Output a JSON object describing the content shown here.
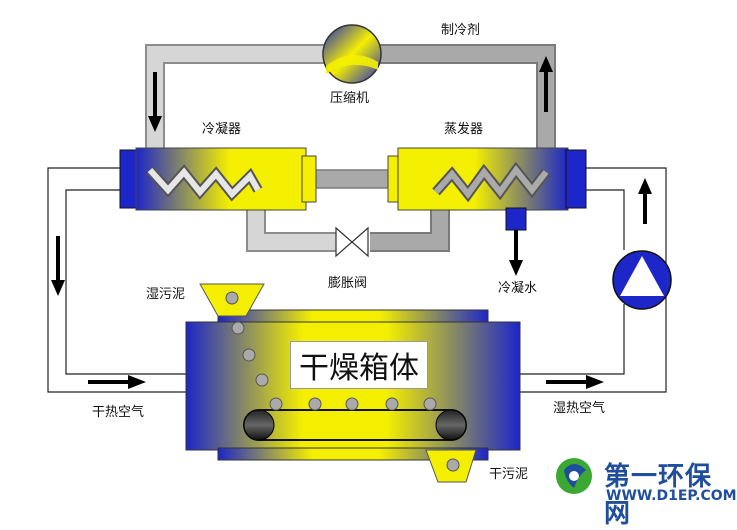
{
  "labels": {
    "refrigerant": "制冷剂",
    "compressor": "压缩机",
    "condenser": "冷凝器",
    "evaporator": "蒸发器",
    "expansion_valve": "膨胀阀",
    "condensate_water": "冷凝水",
    "wet_sludge": "湿污泥",
    "dry_hot_air": "干热空气",
    "wet_hot_air": "湿热空气",
    "dry_sludge": "干污泥",
    "drying_box": "干燥箱体"
  },
  "logo": {
    "name": "第一环保网",
    "url": "WWW.D1EP.COM"
  },
  "colors": {
    "blue": "#1d26c8",
    "yellow": "#f4ef00",
    "pipe": "#a9a9a9",
    "pipe_light": "#d3d3d3",
    "logo_blue": "#1f4e9c",
    "logo_green": "#3aa832"
  }
}
